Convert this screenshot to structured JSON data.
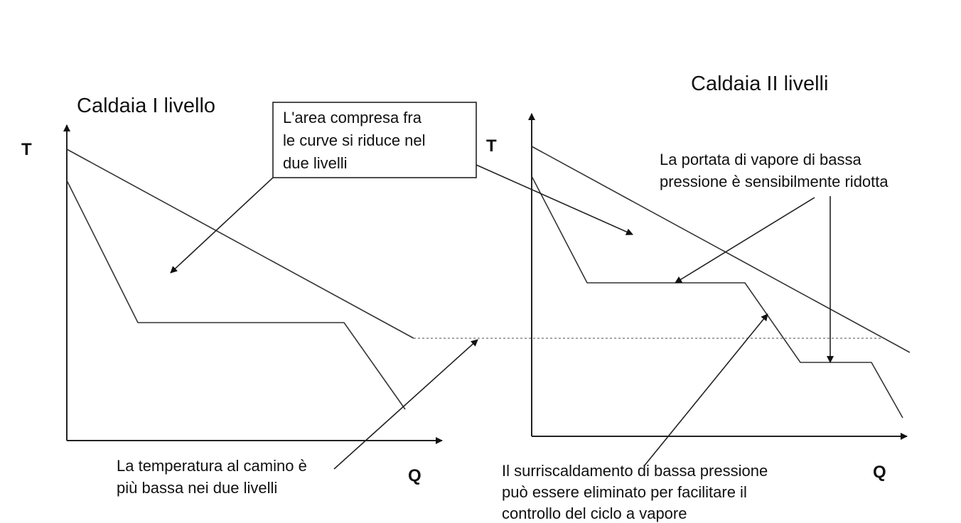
{
  "left_panel": {
    "title": "Caldaia I livello",
    "y_axis": "T",
    "x_axis": "Q"
  },
  "right_panel": {
    "title": "Caldaia II livelli",
    "y_axis": "T",
    "x_axis": "Q"
  },
  "notes": {
    "area": [
      "L'area compresa fra",
      "le curve si riduce nel",
      "due livelli"
    ],
    "stack_temperature": [
      "La temperatura al camino è",
      "più bassa nei due livelli"
    ],
    "low_pressure_flow": [
      "La portata di vapore di bassa",
      "pressione è sensibilmente ridotta"
    ],
    "superheating": [
      "Il surriscaldamento di bassa pressione",
      "può essere eliminato per facilitare il",
      "controllo del ciclo a vapore"
    ]
  }
}
